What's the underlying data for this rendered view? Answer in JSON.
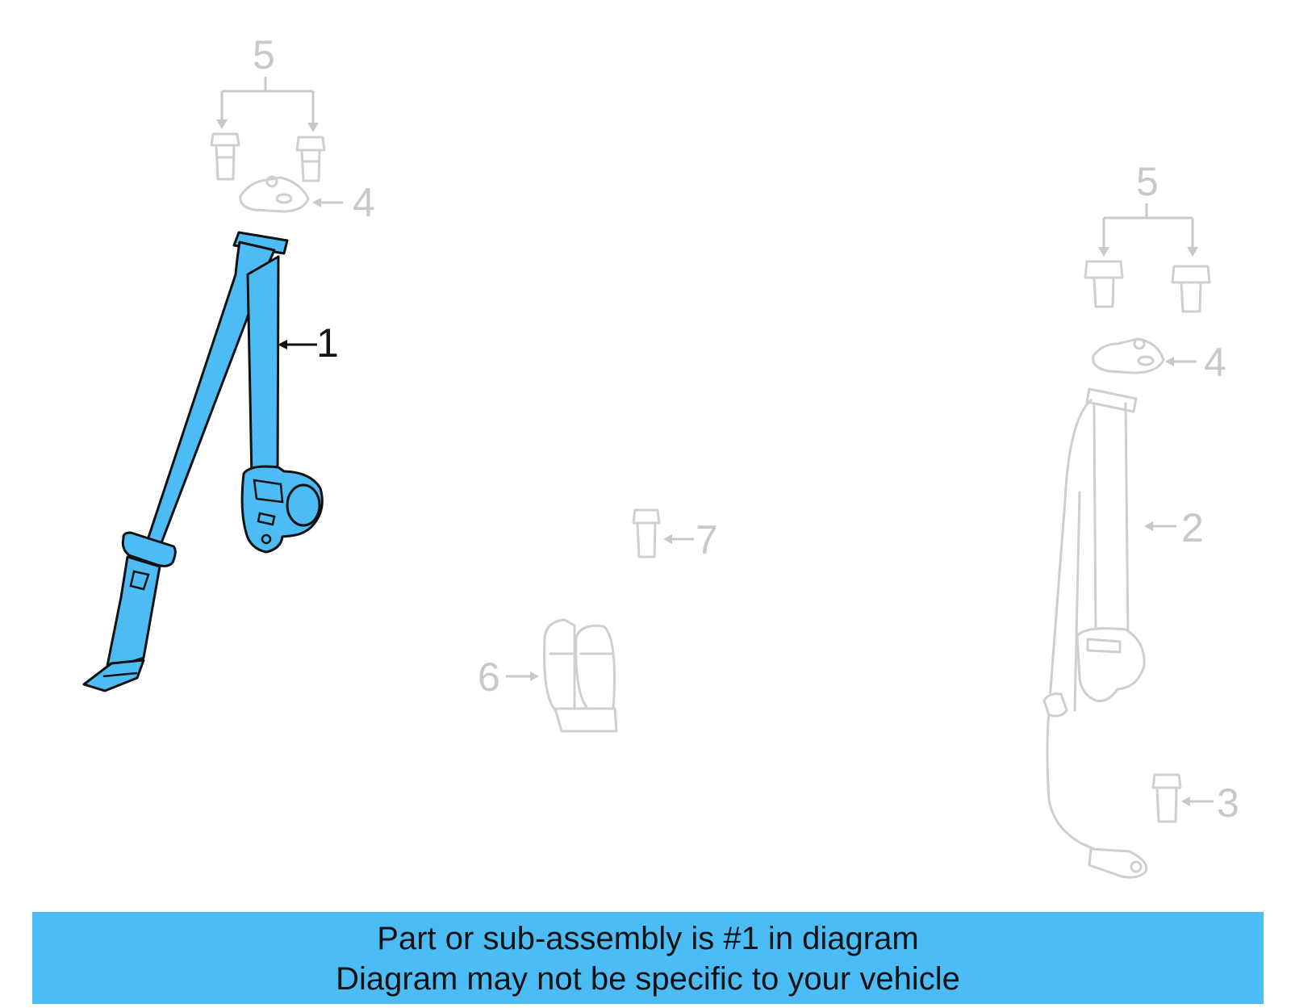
{
  "callouts": {
    "part1": "1",
    "part2": "2",
    "part3": "3",
    "part4_left": "4",
    "part4_right": "4",
    "part5_left": "5",
    "part5_right": "5",
    "part6": "6",
    "part7": "7"
  },
  "banner": {
    "line1": "Part or sub-assembly is #1 in diagram",
    "line2": "Diagram may not be specific to your vehicle"
  },
  "colors": {
    "highlight": "#4ebcf4",
    "banner": "#4bbcf5",
    "ghost_parts": "#cfcfcf"
  }
}
